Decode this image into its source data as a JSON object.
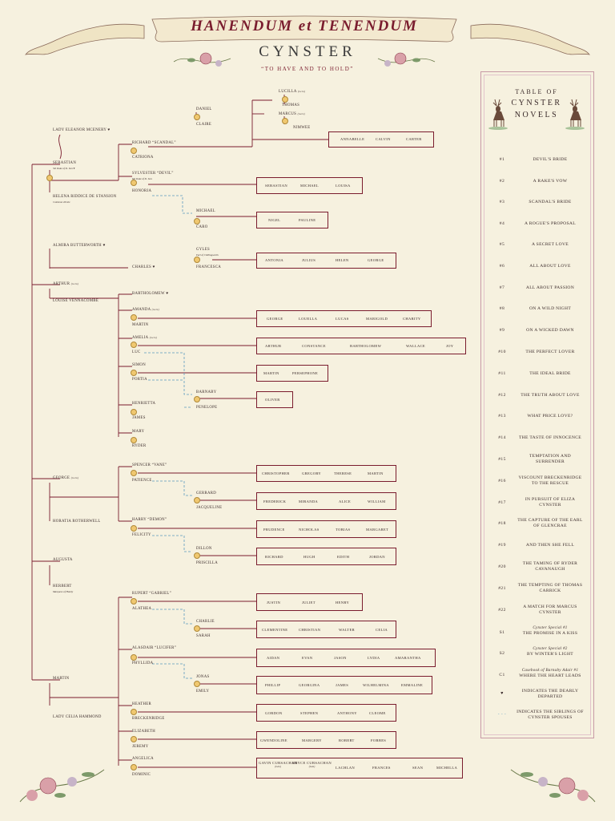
{
  "header": {
    "banner": "HANENDUM et TENENDUM",
    "family": "CYNSTER",
    "motto": "“TO HAVE AND TO HOLD”"
  },
  "tree": {
    "people": [
      {
        "name": "LADY ELEANOR MCENERY ♥"
      },
      {
        "name": "SEBASTIAN",
        "sub": "5th Duke of St. Ives ♥"
      },
      {
        "name": "HELENA RIDDICE DE STANSION",
        "sub": "Comtesse d'Lisle"
      },
      {
        "name": "DANIEL"
      },
      {
        "name": "CLAIRE"
      },
      {
        "name": "RICHARD “SCANDAL”"
      },
      {
        "name": "CATRIONA"
      },
      {
        "name": "LUCILLA",
        "sub": "(twin)"
      },
      {
        "name": "THOMAS"
      },
      {
        "name": "MARCUS",
        "sub": "(twin)"
      },
      {
        "name": "NIMWEE"
      },
      {
        "name": "SYLVESTER “DEVIL”",
        "sub": "6th Duke of St. Ives"
      },
      {
        "name": "HONORIA"
      },
      {
        "name": "MICHAEL"
      },
      {
        "name": "CARO"
      },
      {
        "name": "ALMIRA BUTTERWORTH ♥"
      },
      {
        "name": "CHARLES ♥"
      },
      {
        "name": "GYLES",
        "sub": "Earl of Chillingworth"
      },
      {
        "name": "FRANCESCA"
      },
      {
        "name": "ARTHUR",
        "sub": "(twin)"
      },
      {
        "name": "LOUISE VENNACOMBE"
      },
      {
        "name": "BARTHOLOMEW ♥"
      },
      {
        "name": "AMANDA",
        "sub": "(twin)"
      },
      {
        "name": "MARTIN"
      },
      {
        "name": "AMELIA",
        "sub": "(twin)"
      },
      {
        "name": "LUC"
      },
      {
        "name": "SIMON"
      },
      {
        "name": "PORTIA"
      },
      {
        "name": "BARNABY"
      },
      {
        "name": "PENELOPE"
      },
      {
        "name": "HENRIETTA"
      },
      {
        "name": "JAMES"
      },
      {
        "name": "MARY"
      },
      {
        "name": "RYDER"
      },
      {
        "name": "GEORGE",
        "sub": "(twin)"
      },
      {
        "name": "HORATIA ROTHERWELL"
      },
      {
        "name": "SPENCER “VANE”"
      },
      {
        "name": "PATIENCE"
      },
      {
        "name": "GERRARD"
      },
      {
        "name": "JACQUELINE"
      },
      {
        "name": "HARRY “DEMON”"
      },
      {
        "name": "FELICITY"
      },
      {
        "name": "DILLON"
      },
      {
        "name": "PRISCILLA"
      },
      {
        "name": "AUGUSTA"
      },
      {
        "name": "HERBERT",
        "sub": "Marquess of Huntly"
      },
      {
        "name": "RUPERT “GABRIEL”"
      },
      {
        "name": "ALATHEA"
      },
      {
        "name": "CHARLIE"
      },
      {
        "name": "SARAH"
      },
      {
        "name": "ALASDAIR “LUCIFER”"
      },
      {
        "name": "PHYLLIDA"
      },
      {
        "name": "JONAS"
      },
      {
        "name": "EMILY"
      },
      {
        "name": "MARTIN"
      },
      {
        "name": "LADY CELIA HAMMOND"
      },
      {
        "name": "HEATHER"
      },
      {
        "name": "BRECKENRIDGE"
      },
      {
        "name": "ELIZABETH"
      },
      {
        "name": "JEREMY"
      },
      {
        "name": "ANGELICA"
      },
      {
        "name": "DOMINIC"
      }
    ],
    "children_groups": [
      [
        "ANNABELLE",
        "CALVIN",
        "CARTER"
      ],
      [
        "SEBASTIAN",
        "MICHAEL",
        "LOUISA"
      ],
      [
        "NIGEL",
        "PAULINE"
      ],
      [
        "ANTONIA",
        "JULIUS",
        "HELEN",
        "GEORGE"
      ],
      [
        "GEORGE",
        "LOUELLA",
        "LUCAS",
        "MARIGOLD",
        "CHARITY"
      ],
      [
        "ARTHUR",
        "CONSTANCE",
        "BARTHOLOMEW",
        "WALLACE",
        "JOY"
      ],
      [
        "MARTIN",
        "PERSEPHONE"
      ],
      [
        "OLIVER"
      ],
      [
        "CHRISTOPHER",
        "GREGORY",
        "THERESE",
        "MARTIN"
      ],
      [
        "FREDERICK",
        "MIRANDA",
        "ALICE",
        "WILLIAM"
      ],
      [
        "PRUDENCE",
        "NICHOLAS",
        "TOBIAS",
        "MARGARET"
      ],
      [
        "RICHARD",
        "HUGH",
        "EDITH",
        "JORDAN"
      ],
      [
        "JUSTIN",
        "JULIET",
        "HENRY"
      ],
      [
        "CLEMENTINE",
        "CHRISTIAN",
        "WALTER",
        "CELIA"
      ],
      [
        "AIDAN",
        "EVAN",
        "JASON",
        "LYDIA",
        "AMARANTHA"
      ],
      [
        "PHILLIP",
        "GEORGINA",
        "JAMES",
        "WILHELMINA",
        "EMMALINE"
      ],
      [
        "GORDON",
        "STEPHEN",
        "ANTHONY",
        "CLEOME"
      ],
      [
        "GWENDOLINE",
        "MARGERY",
        "ROBERT",
        "FORBES"
      ],
      [
        {
          "name": "GAVIN CURSACHAN",
          "sub": "(twin)"
        },
        {
          "name": "BRYCE CURSACHAN",
          "sub": "(twin)"
        },
        "LACHLAN",
        "FRANCES",
        "SEAN",
        "MICHELLA"
      ]
    ]
  },
  "toc": {
    "title_line1": "TABLE OF",
    "title_line2": "CYNSTER",
    "title_line3": "NOVELS",
    "items": [
      {
        "num": "#1",
        "title": "DEVIL'S BRIDE"
      },
      {
        "num": "#2",
        "title": "A RAKE'S VOW"
      },
      {
        "num": "#3",
        "title": "SCANDAL'S BRIDE"
      },
      {
        "num": "#4",
        "title": "A ROGUE'S PROPOSAL"
      },
      {
        "num": "#5",
        "title": "A SECRET LOVE"
      },
      {
        "num": "#6",
        "title": "ALL ABOUT LOVE"
      },
      {
        "num": "#7",
        "title": "ALL ABOUT PASSION"
      },
      {
        "num": "#8",
        "title": "ON A WILD NIGHT"
      },
      {
        "num": "#9",
        "title": "ON A WICKED DAWN"
      },
      {
        "num": "#10",
        "title": "THE PERFECT LOVER"
      },
      {
        "num": "#11",
        "title": "THE IDEAL BRIDE"
      },
      {
        "num": "#12",
        "title": "THE TRUTH ABOUT LOVE"
      },
      {
        "num": "#13",
        "title": "WHAT PRICE LOVE?"
      },
      {
        "num": "#14",
        "title": "THE TASTE OF INNOCENCE"
      },
      {
        "num": "#15",
        "title": "TEMPTATION AND SURRENDER"
      },
      {
        "num": "#16",
        "title": "VISCOUNT BRECKENRIDGE TO THE RESCUE"
      },
      {
        "num": "#17",
        "title": "IN PURSUIT OF ELIZA CYNSTER"
      },
      {
        "num": "#18",
        "title": "THE CAPTURE OF THE EARL OF GLENCRAE"
      },
      {
        "num": "#19",
        "title": "AND THEN SHE FELL"
      },
      {
        "num": "#20",
        "title": "THE TAMING OF RYDER CAVANAUGH"
      },
      {
        "num": "#21",
        "title": "THE TEMPTING OF THOMAS CARRICK"
      },
      {
        "num": "#22",
        "title": "A MATCH FOR MARCUS CYNSTER"
      },
      {
        "num": "S1",
        "pre": "Cynster Special #1",
        "title": "THE PROMISE IN A KISS"
      },
      {
        "num": "S2",
        "pre": "Cynster Special #2",
        "title": "BY WINTER'S LIGHT"
      },
      {
        "num": "C1",
        "pre": "Casebook of Barnaby Adair #1",
        "title": "WHERE THE HEART LEADS"
      },
      {
        "num": "♥",
        "title": "INDICATES THE DEARLY DEPARTED"
      },
      {
        "num": "- - -",
        "title": "INDICATES THE SIBLINGS OF CYNSTER SPOUSES"
      }
    ]
  },
  "colors": {
    "line": "#7a1c2e",
    "dashed": "#5a9bbf",
    "ring": "#f0c870",
    "accent": "#7a1c2e"
  }
}
